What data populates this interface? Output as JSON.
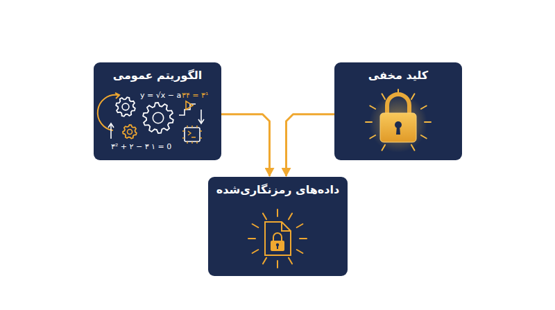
{
  "diagram": {
    "nodes": [
      {
        "text": [
          "الگوریتم عمومی"
        ]
      },
      {
        "text": [
          "کلید مخفی"
        ]
      },
      {
        "text": [
          "داده‌های رمزنگاری‌شده"
        ]
      }
    ],
    "edges": [
      {
        "from": 0,
        "to": 2,
        "arrow": "to"
      },
      {
        "from": 1,
        "to": 2,
        "arrow": "to"
      }
    ],
    "labels": [
      "y = √x − a",
      "۳۴ = ۳¹",
      "۳² + ۲ − ۳ ۱ = 0"
    ]
  }
}
